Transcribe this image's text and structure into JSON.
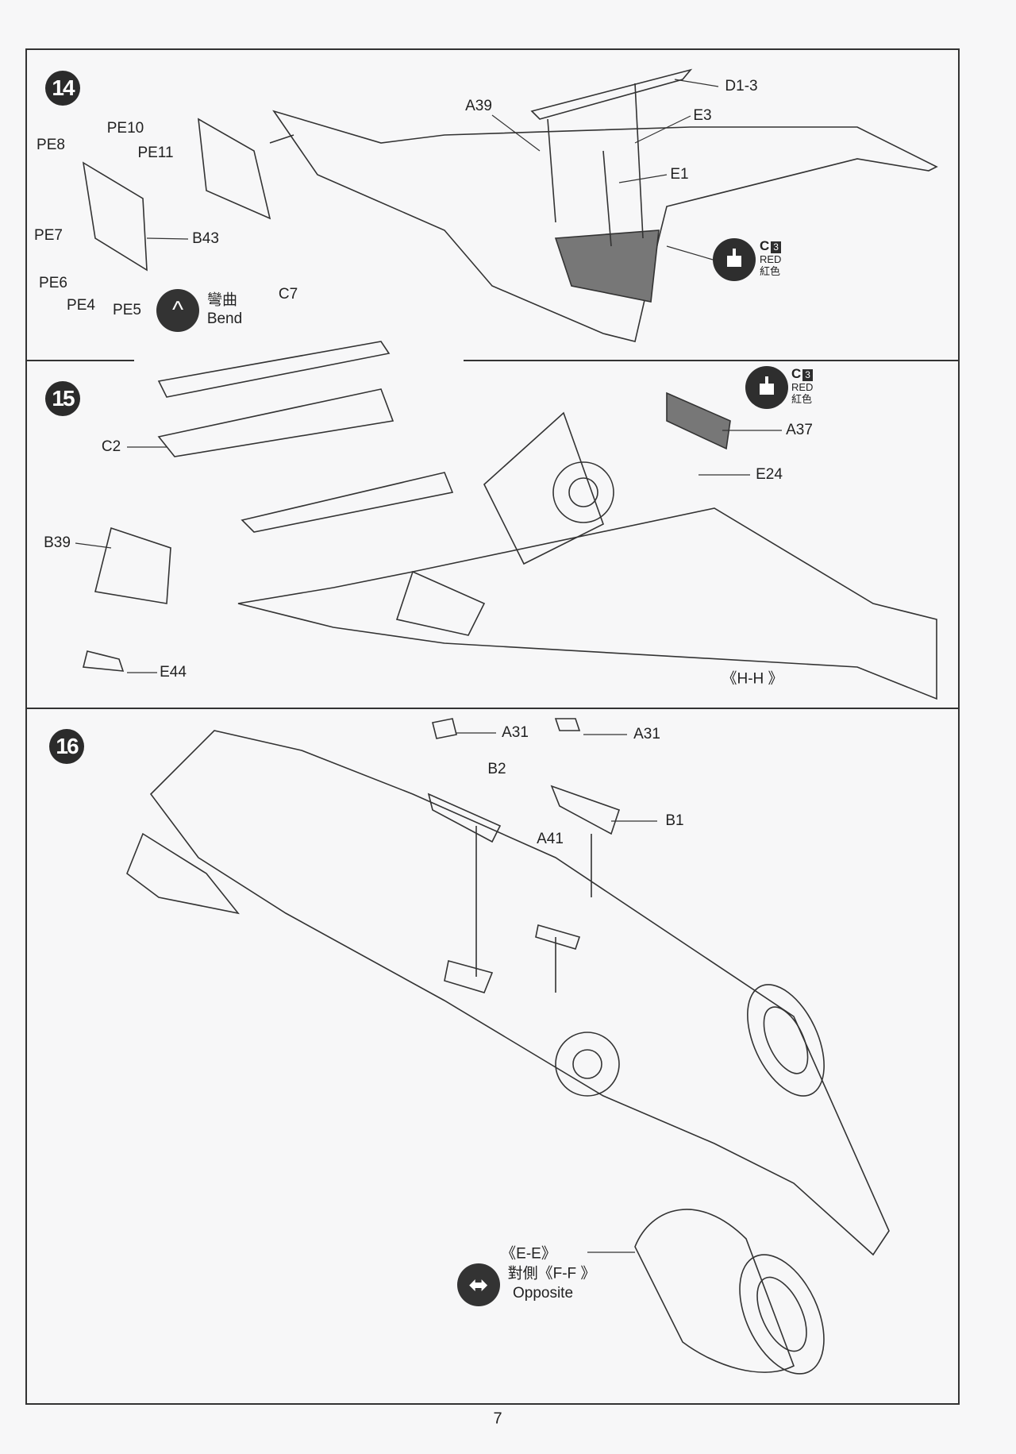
{
  "page_number": "7",
  "steps": [
    {
      "number": "14",
      "labels": [
        "D1-3",
        "A39",
        "E3",
        "E1",
        "PE10",
        "PE8",
        "PE11",
        "PE7",
        "B43",
        "PE6",
        "PE4",
        "PE5",
        "C7"
      ],
      "bend": {
        "zh": "彎曲",
        "en": "Bend"
      },
      "paint": {
        "code": "C",
        "num": "3",
        "en": "RED",
        "zh": "紅色"
      }
    },
    {
      "number": "15",
      "labels": [
        "A37",
        "E24",
        "C2",
        "B39",
        "E44"
      ],
      "view": "《H-H 》",
      "paint": {
        "code": "C",
        "num": "3",
        "en": "RED",
        "zh": "紅色"
      }
    },
    {
      "number": "16",
      "labels": [
        "A31",
        "A31",
        "B2",
        "B1",
        "A41"
      ],
      "opposite": {
        "view": "《E-E》",
        "zh": "對側《F-F 》",
        "en": "Opposite"
      }
    }
  ],
  "colors": {
    "ink": "#2b2b2b",
    "paper": "#f7f7f8"
  }
}
